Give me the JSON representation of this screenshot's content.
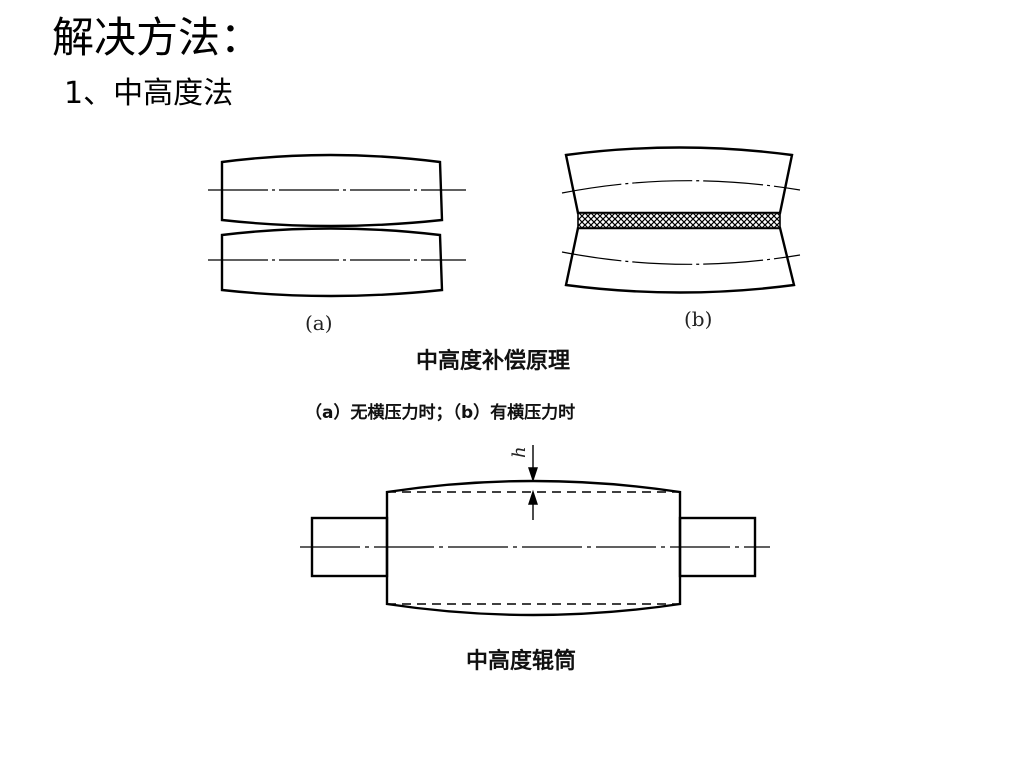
{
  "slide": {
    "title": "解决方法：",
    "subtitle": "1、中高度法"
  },
  "figure_top": {
    "label_a": "(a)",
    "label_b": "(b)",
    "caption": "中高度补偿原理",
    "subcaption": "（a）无横压力时；（b）有横压力时"
  },
  "figure_bottom": {
    "dimension_label": "h",
    "caption": "中高度辊筒"
  }
}
